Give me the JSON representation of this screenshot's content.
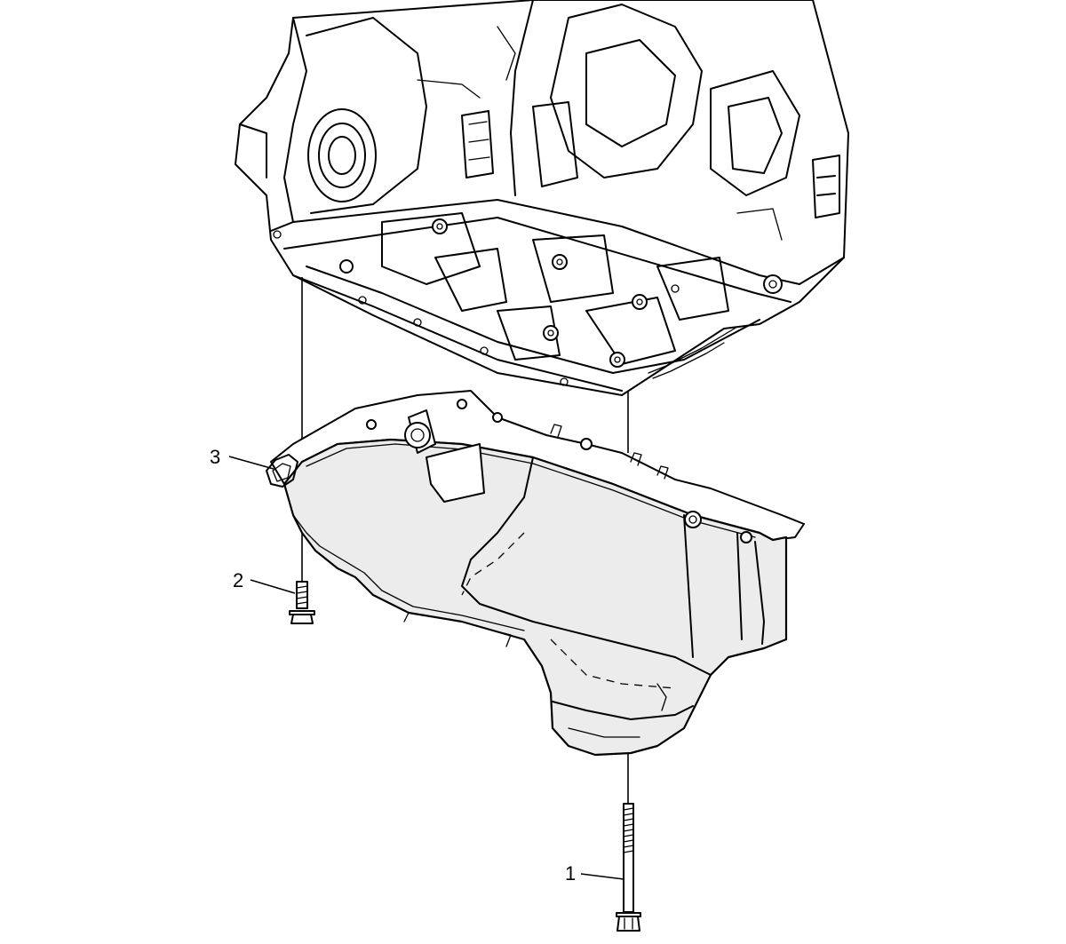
{
  "diagram": {
    "callouts": [
      {
        "id": "1",
        "label": "1",
        "part": "oil-pan-long-bolt"
      },
      {
        "id": "2",
        "label": "2",
        "part": "oil-pan-short-bolt"
      },
      {
        "id": "3",
        "label": "3",
        "part": "oil-pan-gasket"
      }
    ],
    "colors": {
      "line": "#000000",
      "background": "#ffffff",
      "pan_shade": "#ececec"
    }
  }
}
